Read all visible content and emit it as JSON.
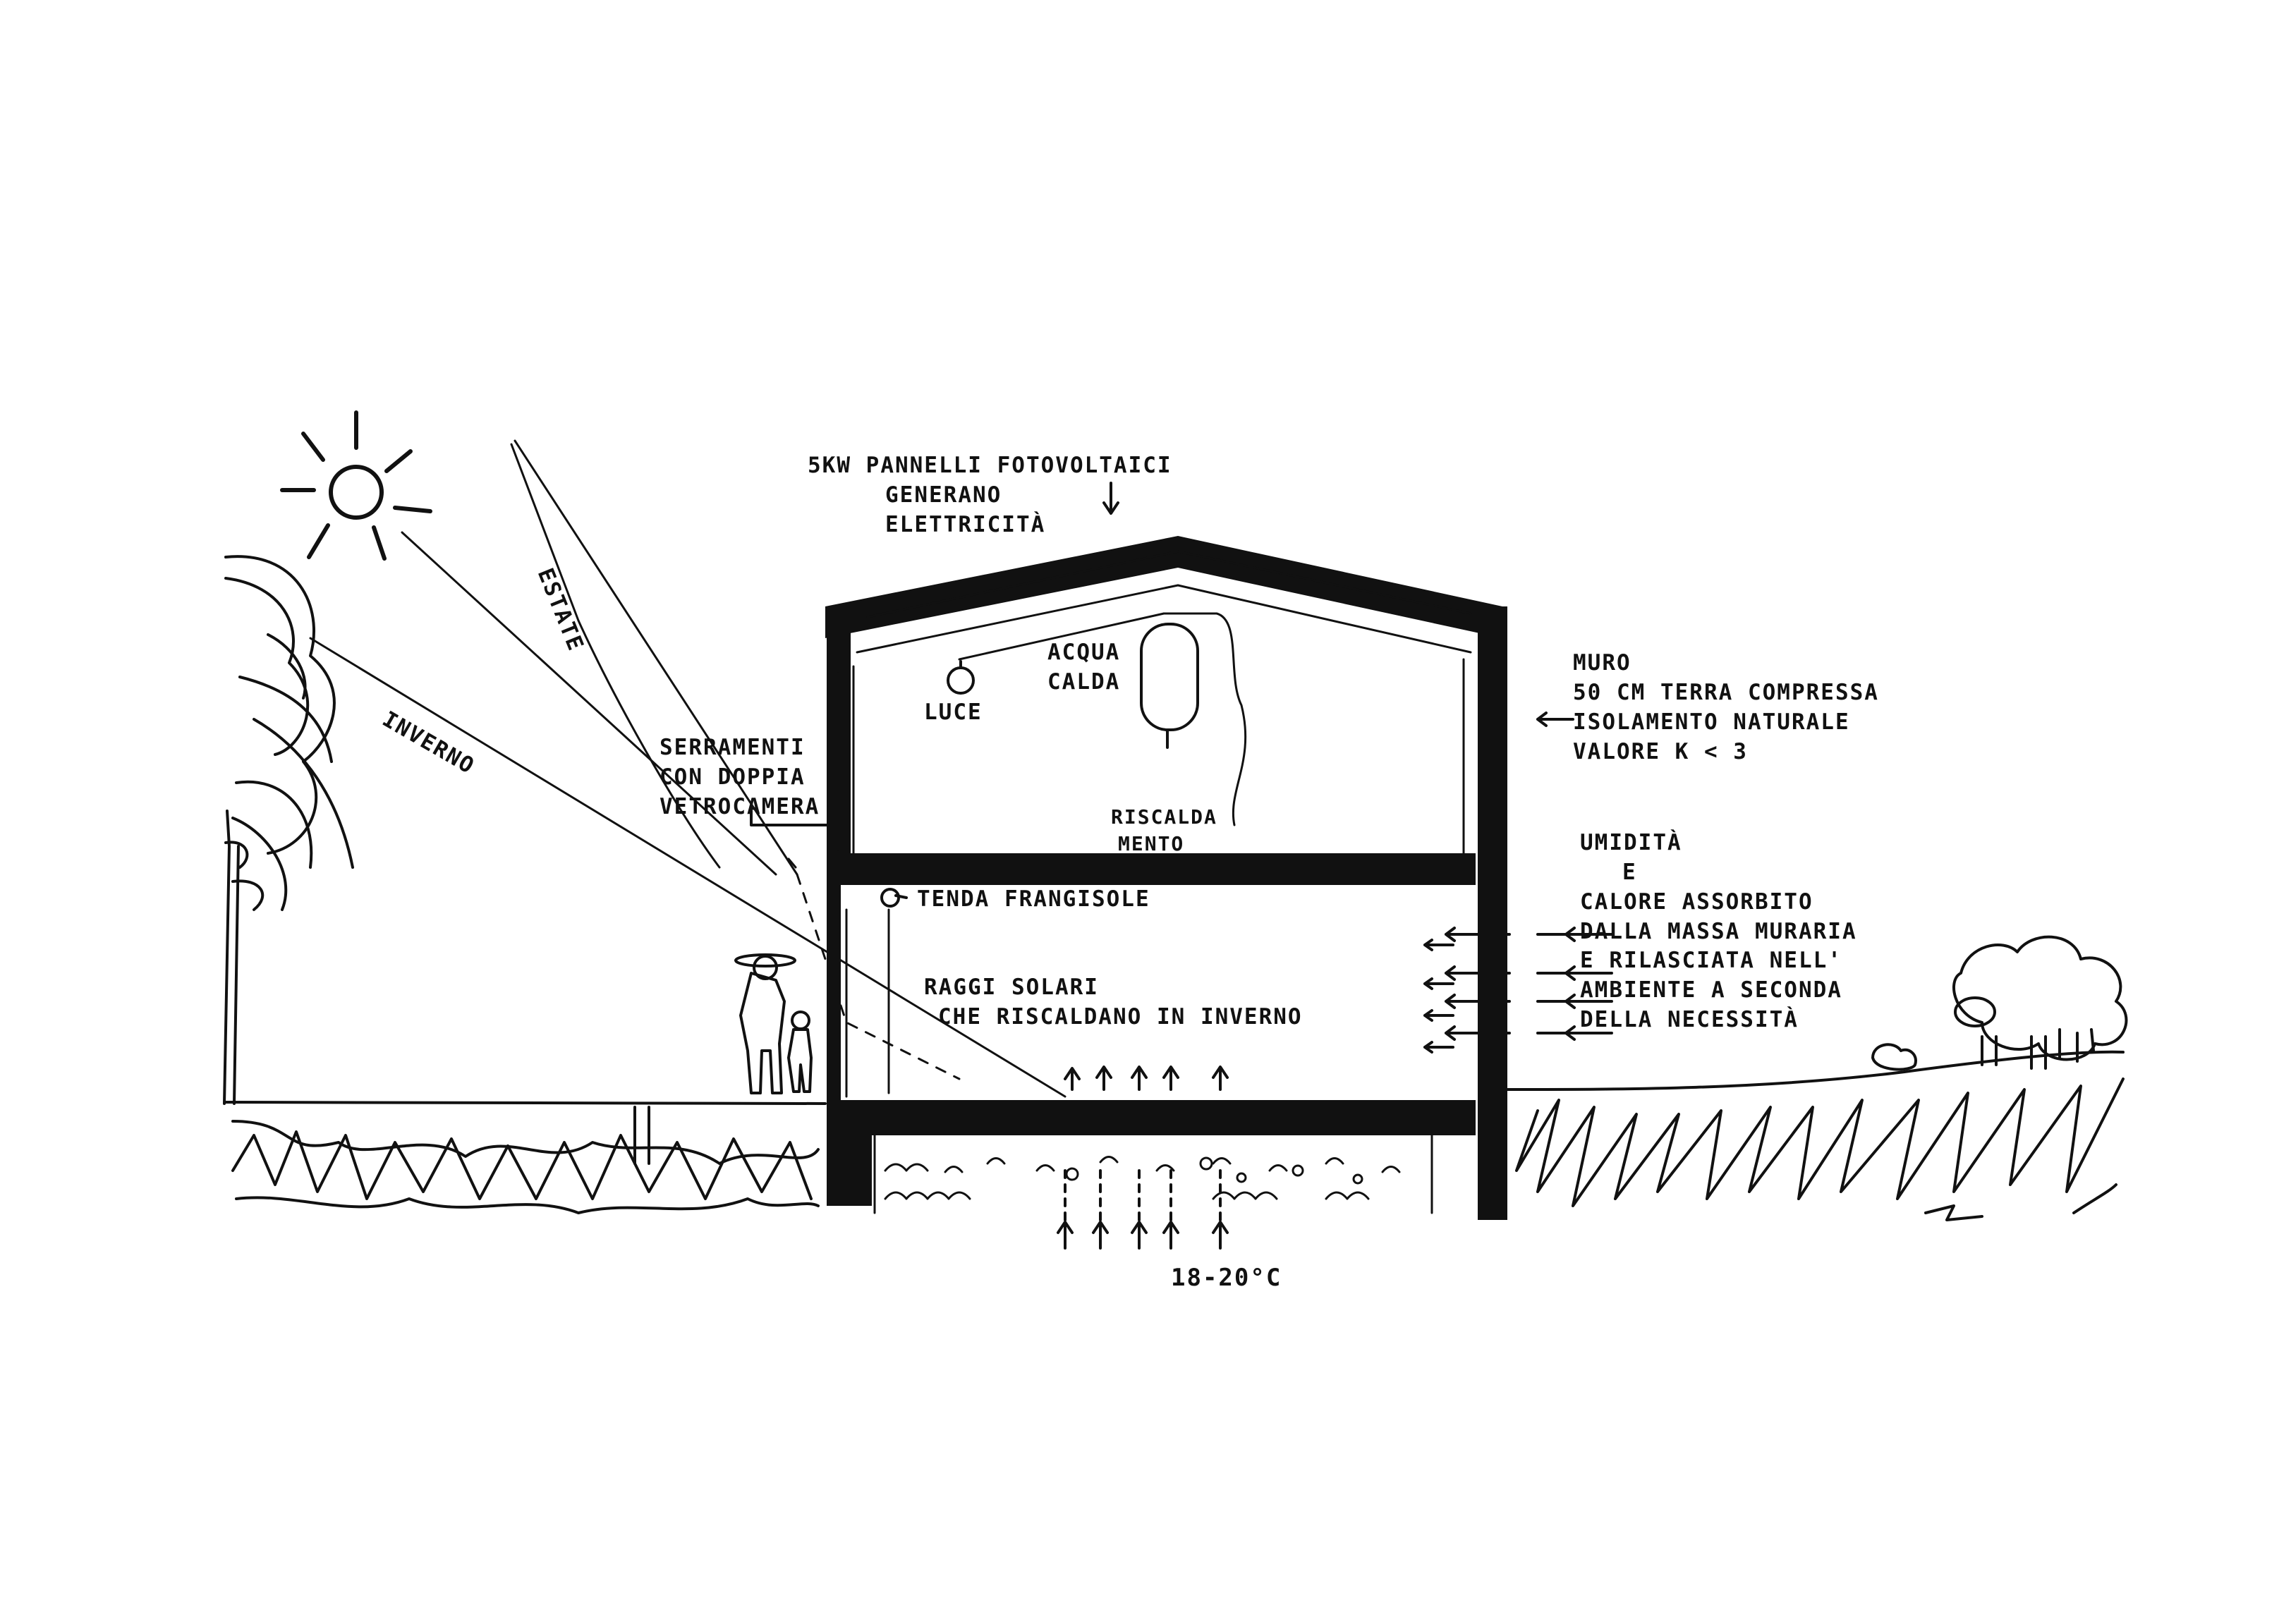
{
  "colors": {
    "ink": "#111111",
    "paper": "#ffffff",
    "hatch": "#2a2a2a"
  },
  "icons": [
    "sun-icon",
    "tree-icon",
    "person-adult-icon",
    "person-child-icon",
    "light-bulb-icon",
    "water-tank-icon",
    "sheep-icon",
    "up-arrow-icon",
    "left-arrow-icon"
  ],
  "labels": {
    "pannelli": [
      "5KW PANNELLI FOTOVOLTAICI",
      "GENERANO",
      "ELETTRICITÀ"
    ],
    "estate": "ESTATE",
    "inverno": "INVERNO",
    "serramenti": [
      "SERRAMENTI",
      "CON DOPPIA",
      "VETROCAMERA"
    ],
    "luce": "LUCE",
    "acqua_calda": [
      "ACQUA",
      "CALDA"
    ],
    "riscaldamento": [
      "RISCALDA",
      "MENTO"
    ],
    "tenda": "TENDA FRANGISOLE",
    "raggi": [
      "RAGGI SOLARI",
      "CHE RISCALDANO IN INVERNO"
    ],
    "muro": [
      "MURO",
      "50 CM TERRA COMPRESSA",
      "ISOLAMENTO NATURALE",
      "VALORE K < 3"
    ],
    "umidita": [
      "UMIDITÀ",
      "E",
      "CALORE ASSORBITO",
      "DALLA MASSA MURARIA",
      "E RILASCIATA NELL'",
      "AMBIENTE A SECONDA",
      "DELLA NECESSITÀ"
    ],
    "temperatura": "18-20°C"
  }
}
